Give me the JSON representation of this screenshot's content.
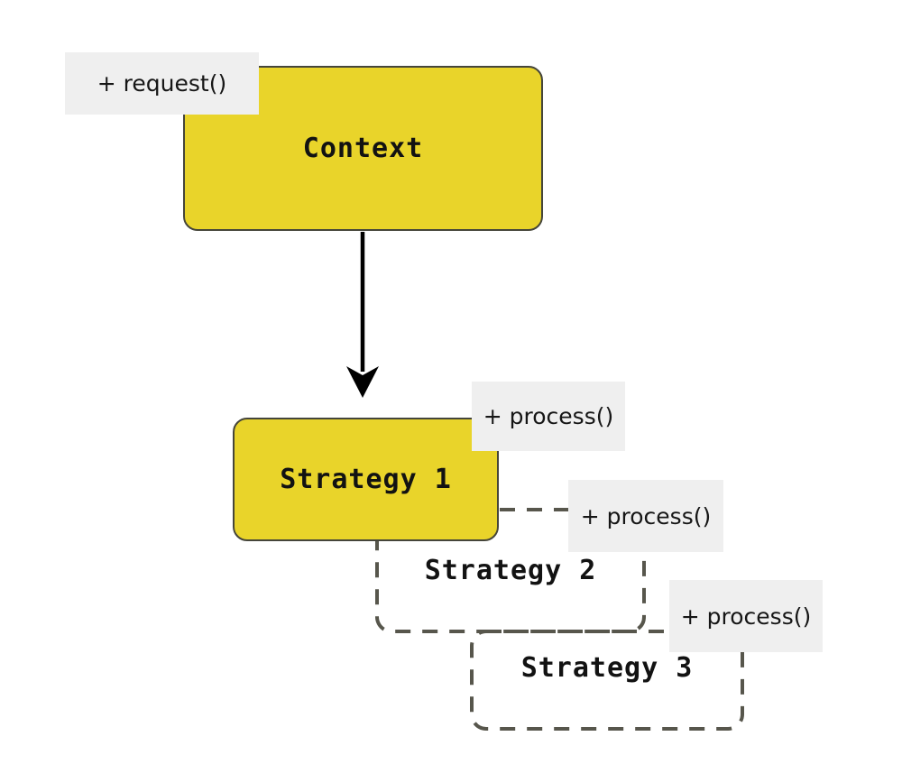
{
  "diagram": {
    "kind": "strategy-pattern-class-diagram",
    "colors": {
      "background": "#ffffff",
      "node_fill": "#e9d42a",
      "node_border": "#45453a",
      "dash_stroke": "#57564c",
      "label_bg": "#efefef",
      "label_text": "#161616",
      "title_text": "#121212",
      "arrow": "#000000"
    },
    "nodes": [
      {
        "id": "context",
        "label": "Context",
        "style": "solid"
      },
      {
        "id": "strategy1",
        "label": "Strategy 1",
        "style": "solid"
      },
      {
        "id": "strategy2",
        "label": "Strategy 2",
        "style": "dashed"
      },
      {
        "id": "strategy3",
        "label": "Strategy 3",
        "style": "dashed"
      }
    ],
    "method_labels": [
      {
        "text": "+ request()",
        "attached_to": "context",
        "position": "top-left"
      },
      {
        "text": "+ process()",
        "attached_to": "strategy1",
        "position": "top-right"
      },
      {
        "text": "+ process()",
        "attached_to": "strategy2",
        "position": "top-right"
      },
      {
        "text": "+ process()",
        "attached_to": "strategy3",
        "position": "top-right"
      }
    ],
    "arrow": {
      "from": "context",
      "to": "strategy1",
      "direction": "down"
    }
  }
}
